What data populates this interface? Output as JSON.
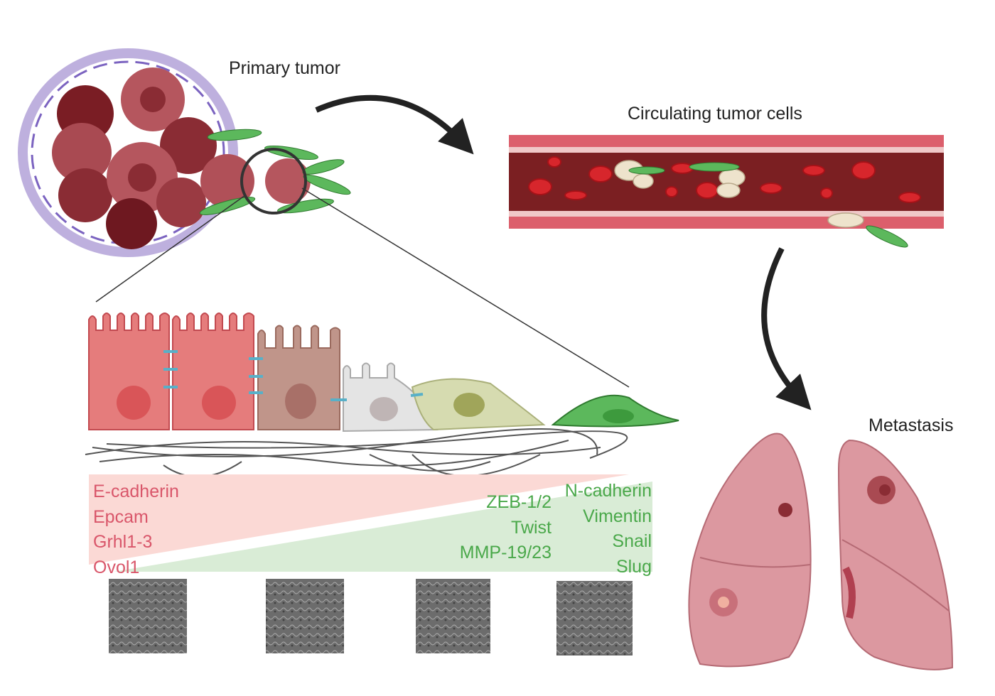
{
  "labels": {
    "primary_tumor": "Primary tumor",
    "circulating": "Circulating tumor cells",
    "metastasis": "Metastasis"
  },
  "epithelial_markers": [
    "E-cadherin",
    "Epcam",
    "Grhl1-3",
    "Ovol1"
  ],
  "emt_tfs": [
    "ZEB-1/2",
    "Twist",
    "MMP-19/23"
  ],
  "mesenchymal_markers": [
    "N-cadherin",
    "Vimentin",
    "Snail",
    "Slug"
  ],
  "colors": {
    "epithelial": "#d9566a",
    "mesenchymal": "#4aa84a",
    "vessel_outer": "#dc5f6c",
    "vessel_inner": "#7b1f22",
    "lung": "#dc98a0"
  }
}
